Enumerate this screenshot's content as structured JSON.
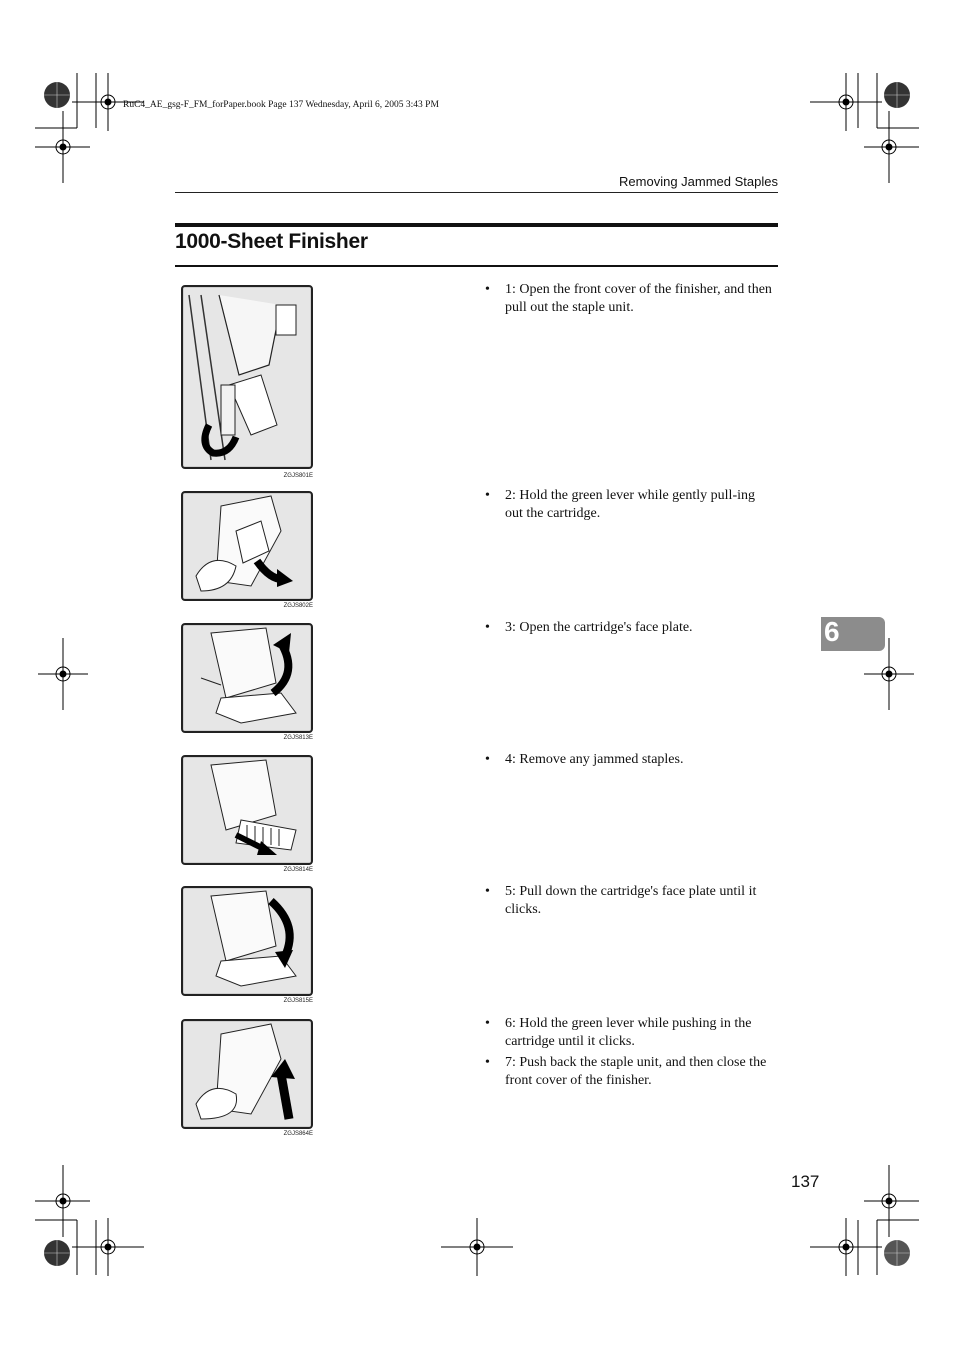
{
  "file_info": "RuC4_AE_gsg-F_FM_forPaper.book  Page 137  Wednesday, April 6, 2005  3:43 PM",
  "header": "Removing Jammed Staples",
  "title": "1000-Sheet Finisher",
  "chapter_tab": "6",
  "page_number": "137",
  "bullet_glyph": "•",
  "figures": [
    {
      "step": "1",
      "code": "ZGJS801E"
    },
    {
      "step": "2",
      "code": "ZGJS802E"
    },
    {
      "step": "3",
      "code": "ZGJS813E"
    },
    {
      "step": "4",
      "code": "ZGJS814E"
    },
    {
      "step": "5",
      "code": "ZGJS815E"
    },
    {
      "step": "6",
      "code": "ZGJS864E"
    }
  ],
  "steps": [
    "1: Open the front cover of the finisher, and then pull out the staple unit.",
    "2: Hold the green lever while gently pull-ing out the cartridge.",
    "3: Open the cartridge's face plate.",
    "4: Remove any jammed staples.",
    "5: Pull down the cartridge's face plate until it clicks.",
    "6: Hold the green lever while pushing in the cartridge until it clicks.",
    "7: Push back the staple unit, and then close the front cover of the finisher."
  ]
}
